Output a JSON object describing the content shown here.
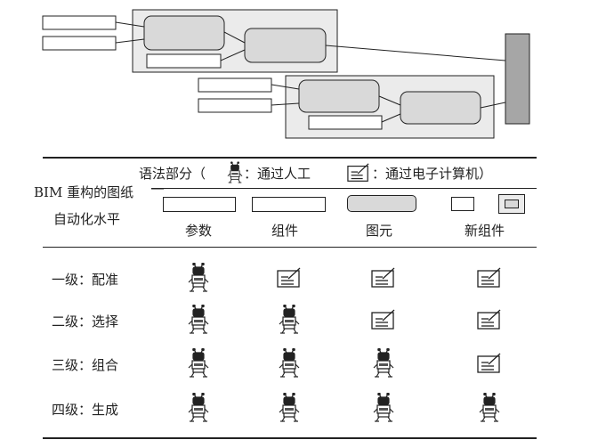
{
  "legend": {
    "grammar_title": "语法部分（",
    "human_sep": "：通过人工",
    "computer_sep": "：通过电子计算机）",
    "human_icon": "robot-icon",
    "computer_icon": "computer-screen-icon"
  },
  "header": {
    "level_title_line1": "BIM 重构的图纸",
    "level_title_line2": "自动化水平",
    "columns": [
      "参数",
      "组件",
      "图元",
      "新组件"
    ]
  },
  "rows": [
    {
      "label": "一级：配准",
      "cells": [
        "human",
        "computer",
        "computer",
        "computer"
      ]
    },
    {
      "label": "二级：选择",
      "cells": [
        "human",
        "human",
        "computer",
        "computer"
      ]
    },
    {
      "label": "三级：组合",
      "cells": [
        "human",
        "human",
        "human",
        "computer"
      ]
    },
    {
      "label": "四级：生成",
      "cells": [
        "human",
        "human",
        "human",
        "human"
      ]
    }
  ]
}
